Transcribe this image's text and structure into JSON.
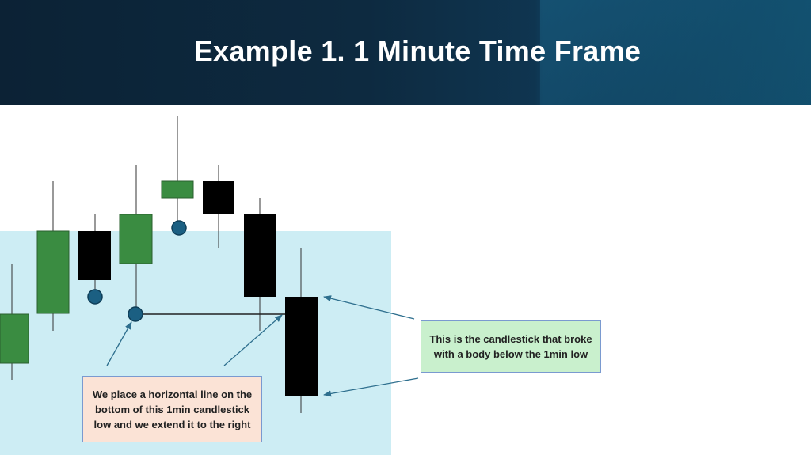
{
  "slide": {
    "title": "Example 1. 1 Minute Time Frame"
  },
  "colors": {
    "header": "#0d2a40",
    "zone": "#cdedf4",
    "bullish": "#3a8c41",
    "bearish": "#000000",
    "marker": "#1b5f82",
    "arrow": "#2e6f8e",
    "callout_left_bg": "#fbe3d6",
    "callout_right_bg": "#c9f0cd"
  },
  "callouts": {
    "horizontal_line_note": "We place a horizontal line on the bottom of this 1min candlestick low and we extend it to the right",
    "break_note": "This is the candlestick that broke with a body below the 1min low"
  },
  "candles": [
    {
      "color": "bullish",
      "partial": true
    },
    {
      "color": "bullish"
    },
    {
      "color": "bearish",
      "marker": true
    },
    {
      "color": "bullish",
      "marker": true,
      "line_anchor": true
    },
    {
      "color": "bullish",
      "marker": true
    },
    {
      "color": "bearish"
    },
    {
      "color": "bearish"
    },
    {
      "color": "bearish",
      "breakout": true
    }
  ]
}
